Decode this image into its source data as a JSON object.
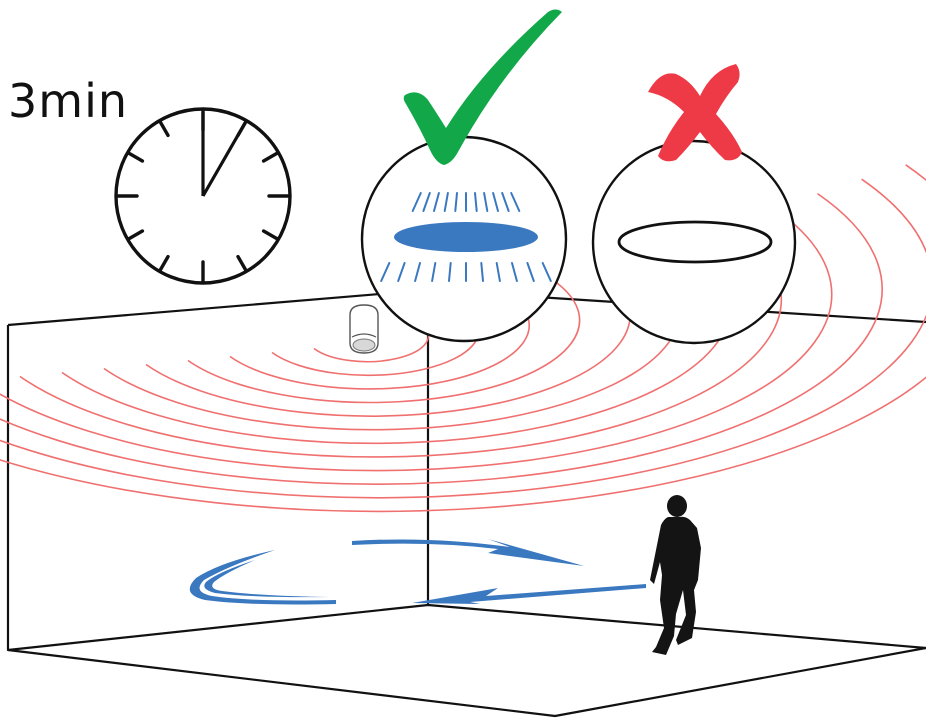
{
  "timer": {
    "label": "3min"
  },
  "indicators": {
    "good": {
      "icon": "checkmark-icon",
      "led": "led-flashing"
    },
    "bad": {
      "icon": "cross-icon",
      "led": "led-off"
    }
  },
  "colors": {
    "line": "#111111",
    "detection_arcs": "#f07070",
    "path_arrows": "#3a78c0",
    "led_active": "#3a78c0",
    "check": "#12a84a",
    "cross": "#ee3a46",
    "person": "#111111"
  }
}
